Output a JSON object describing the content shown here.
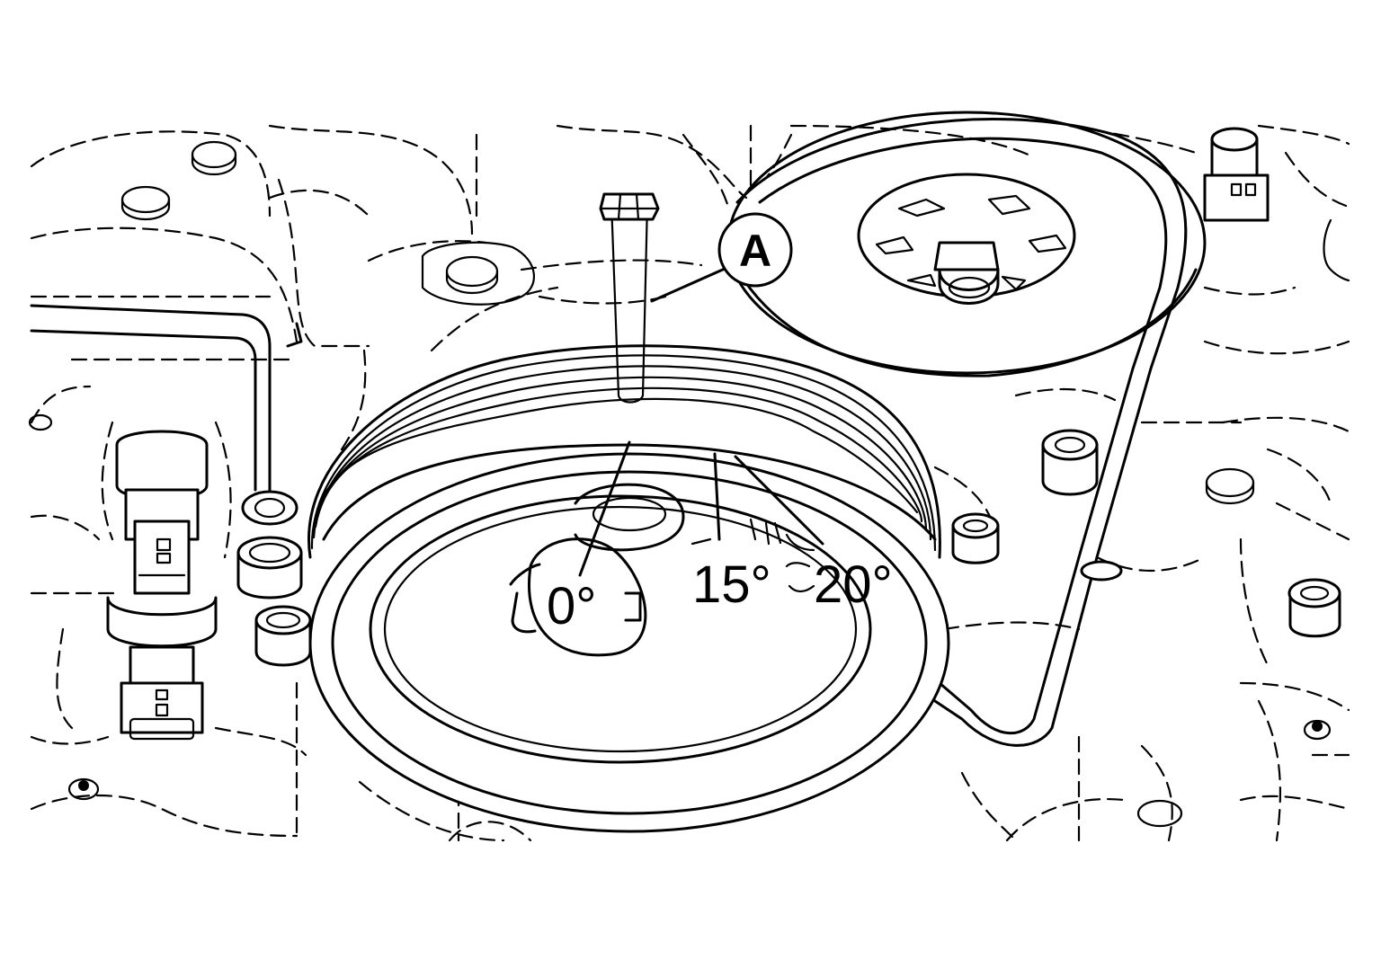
{
  "callout_label": "A",
  "timing_marks": {
    "mark_0": "0°",
    "mark_15": "15°",
    "mark_20": "20°"
  },
  "colors": {
    "line": "#000000",
    "background": "#ffffff"
  }
}
